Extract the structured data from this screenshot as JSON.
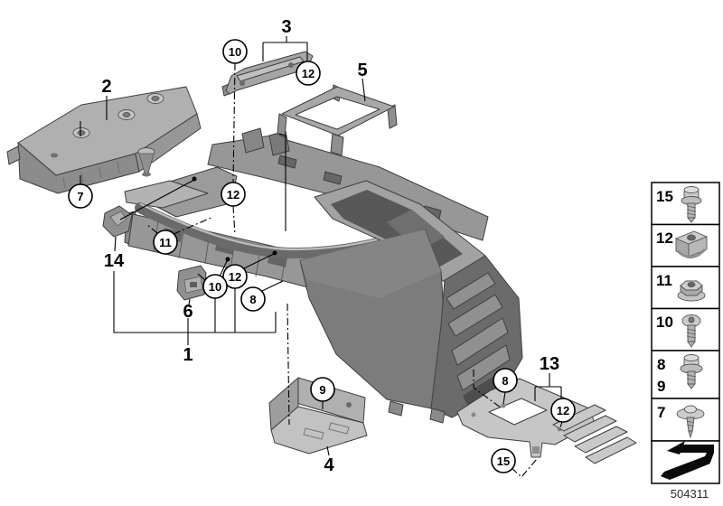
{
  "figure": {
    "drawing_number": "504311"
  },
  "labels": {
    "1": "1",
    "2": "2",
    "3": "3",
    "4": "4",
    "5": "5",
    "6": "6",
    "7": "7",
    "8": "8",
    "9": "9",
    "10": "10",
    "11": "11",
    "12": "12",
    "13": "13",
    "14": "14",
    "15": "15"
  },
  "legend": {
    "items": [
      {
        "number": "15",
        "icon": "hex-flange-screw"
      },
      {
        "number": "12",
        "icon": "sheet-metal-clip-nut"
      },
      {
        "number": "11",
        "icon": "hex-collar-nut"
      },
      {
        "number": "10",
        "icon": "torx-oval-head-screw"
      },
      {
        "number": "8",
        "number2": "9",
        "icon": "hex-head-screw-washer"
      },
      {
        "number": "7",
        "icon": "flat-washer-screw"
      },
      {
        "number": "",
        "icon": "continue-arrow"
      }
    ]
  }
}
